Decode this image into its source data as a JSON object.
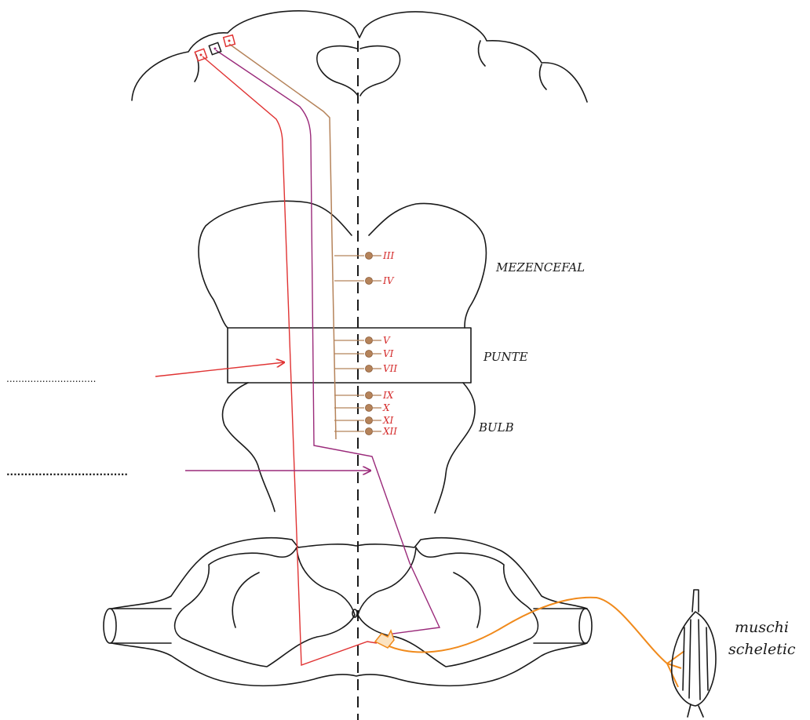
{
  "labels": {
    "mesencephalon": "MEZENCEFAL",
    "pons": "PUNTE",
    "medulla": "BULB",
    "muscle_line1": "muschi",
    "muscle_line2": "scheletic"
  },
  "blanks": {
    "blank1": "..............................",
    "blank2": ".................................."
  },
  "cranial_nuclei": [
    {
      "label": "III"
    },
    {
      "label": "IV"
    },
    {
      "label": "V"
    },
    {
      "label": "VI"
    },
    {
      "label": "VII"
    },
    {
      "label": "IX"
    },
    {
      "label": "X"
    },
    {
      "label": "XI"
    },
    {
      "label": "XII"
    }
  ],
  "colors": {
    "corticonuclear_tract": "#b5835a",
    "lateral_corticospinal_tract": "#9a2a7a",
    "anterior_corticospinal_tract": "#e03333",
    "lower_motor_neuron": "#f08a1c",
    "outline": "#1a1a1a"
  }
}
